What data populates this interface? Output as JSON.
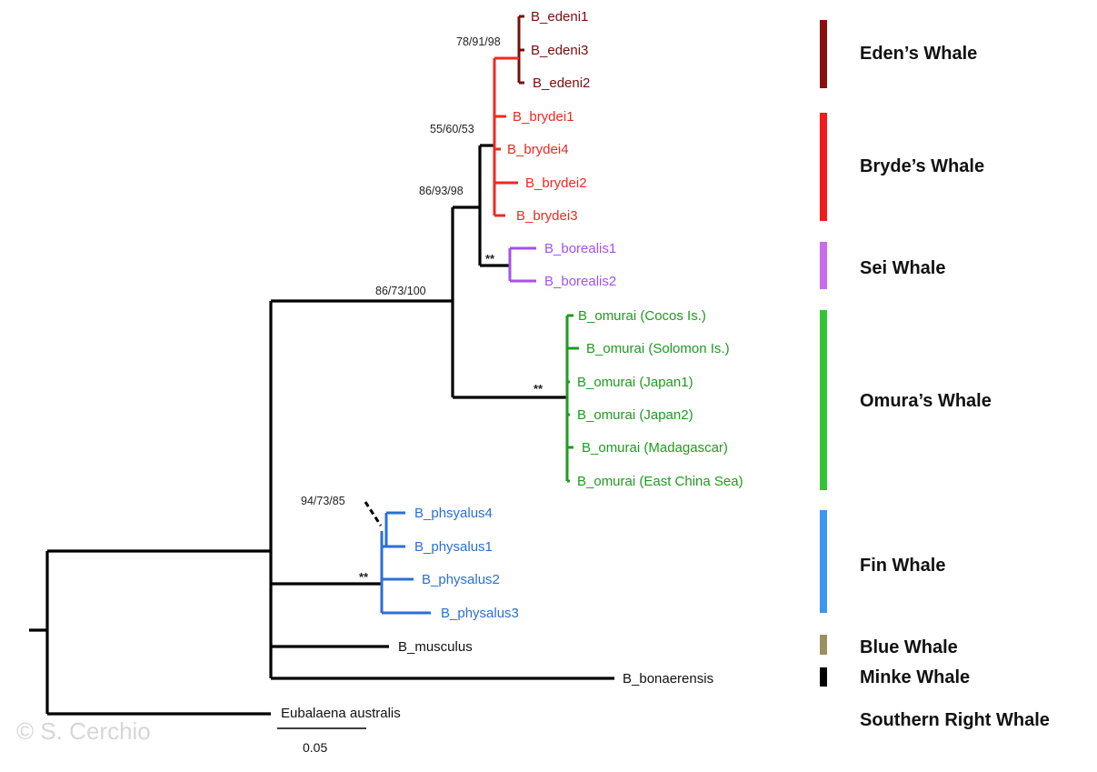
{
  "colors": {
    "black": "#000000",
    "eden": "#7a0d0d",
    "bryde": "#ee2a1f",
    "sei": "#a452e8",
    "omura": "#1e9b1e",
    "fin": "#2b6fd6",
    "eden_bar": "#8a0f0f",
    "bryde_bar": "#f21b1b",
    "sei_bar": "#c96bea",
    "omura_bar": "#33c433",
    "fin_bar": "#3d96ef",
    "blue_bar": "#9c8f62",
    "minke_bar": "#000000"
  },
  "leaves": {
    "edeni1": "B_edeni1",
    "edeni3": "B_edeni3",
    "edeni2": "B_edeni2",
    "brydei1": "B_brydei1",
    "brydei4": "B_brydei4",
    "brydei2": "B_brydei2",
    "brydei3": "B_brydei3",
    "borealis1": "B_borealis1",
    "borealis2": "B_borealis2",
    "omurai_cocos": "B_omurai (Cocos Is.)",
    "omurai_solomon": "B_omurai (Solomon Is.)",
    "omurai_japan1": "B_omurai (Japan1)",
    "omurai_japan2": "B_omurai (Japan2)",
    "omurai_madagascar": "B_omurai (Madagascar)",
    "omurai_ecs": "B_omurai (East China Sea)",
    "phsyalus4": "B_phsyalus4",
    "physalus1": "B_physalus1",
    "physalus2": "B_physalus2",
    "physalus3": "B_physalus3",
    "musculus": "B_musculus",
    "bonaerensis": "B_bonaerensis",
    "eubalaena": "Eubalaena australis"
  },
  "support": {
    "eden": "78/91/98",
    "bryde": "55/60/53",
    "bryde_sei": "86/93/98",
    "sei_omura": "86/73/100",
    "fin": "94/73/85",
    "sei_stars": "**",
    "omura_stars": "**",
    "fin_stars": "**"
  },
  "groups": {
    "eden": "Eden’s Whale",
    "bryde": "Bryde’s Whale",
    "sei": "Sei Whale",
    "omura": "Omura’s Whale",
    "fin": "Fin Whale",
    "blue": "Blue Whale",
    "minke": "Minke Whale",
    "southern_right": "Southern Right Whale"
  },
  "scale_bar": {
    "label": "0.05"
  },
  "watermark": "© S. Cerchio"
}
